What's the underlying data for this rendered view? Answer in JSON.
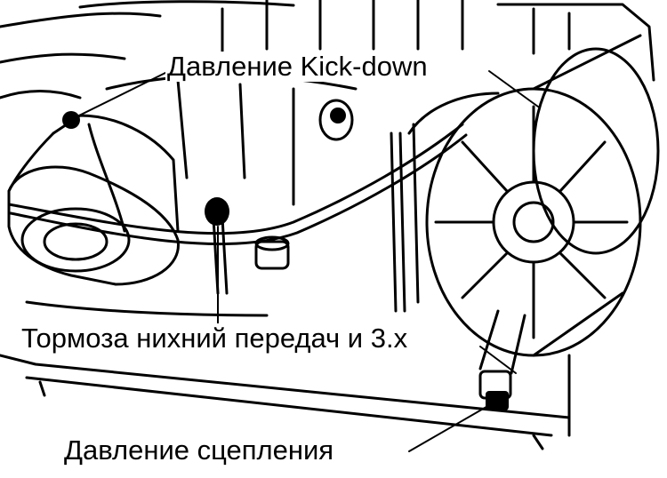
{
  "labels": {
    "kickdown": "Давление Kick-down",
    "brakes": "Тормоза нихний передач и 3.х",
    "clutch": "Давление сцепления"
  },
  "colors": {
    "ink": "#000000",
    "paper": "#ffffff"
  }
}
